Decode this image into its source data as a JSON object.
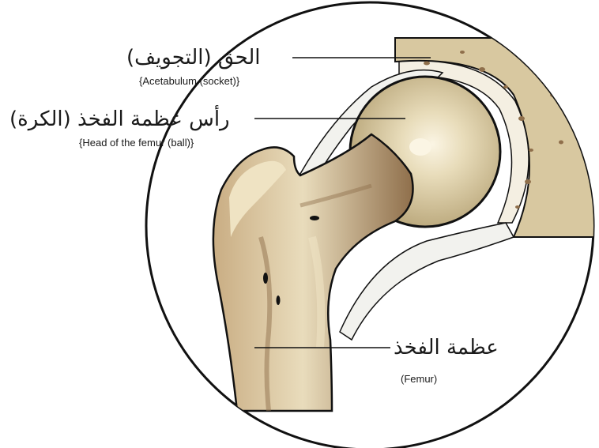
{
  "labels": {
    "acetabulum": {
      "arabic": "الحق (التجويف)",
      "english": "{Acetabulum (socket)}"
    },
    "femoral_head": {
      "arabic": "رأس عظمة الفخذ (الكرة)",
      "english": "{Head of the femur (ball)}"
    },
    "femur": {
      "arabic": "عظمة الفخذ",
      "english": "(Femur)"
    }
  },
  "colors": {
    "outline": "#111111",
    "bone_light": "#efe3c3",
    "bone_mid": "#cdb48a",
    "bone_dark": "#8f6f4b",
    "head_light": "#e8dcba",
    "head_dark": "#b7a477",
    "socket": "#d8c8a0",
    "cartilage": "#f2f2ee"
  }
}
